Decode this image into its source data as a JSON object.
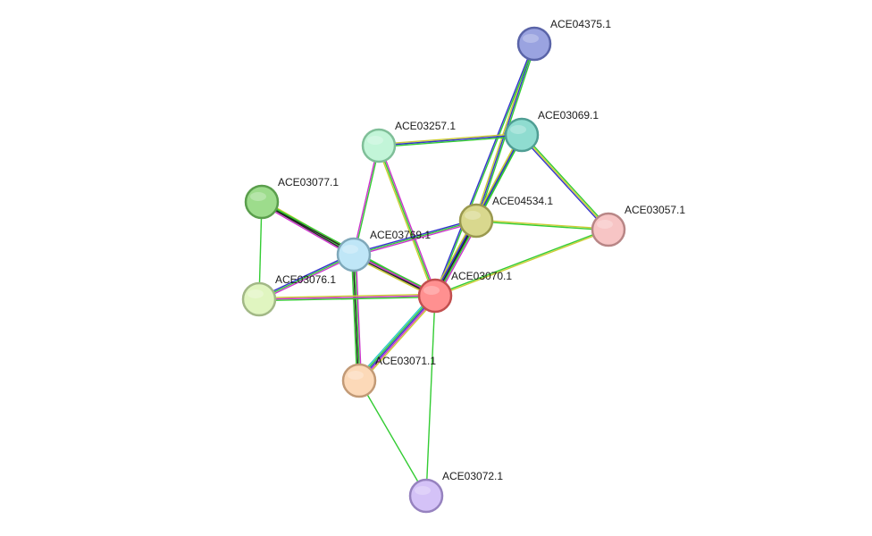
{
  "network": {
    "nodes": [
      {
        "id": "ACE04375.1",
        "label": "ACE04375.1",
        "fill": "#9aa3e0",
        "stroke": "#5a64a8"
      },
      {
        "id": "ACE03069.1",
        "label": "ACE03069.1",
        "fill": "#8fdcd0",
        "stroke": "#4f9e94"
      },
      {
        "id": "ACE03257.1",
        "label": "ACE03257.1",
        "fill": "#c2f5d8",
        "stroke": "#7fbf98"
      },
      {
        "id": "ACE03077.1",
        "label": "ACE03077.1",
        "fill": "#9ddc8c",
        "stroke": "#5a9e4c"
      },
      {
        "id": "ACE04534.1",
        "label": "ACE04534.1",
        "fill": "#d9d88e",
        "stroke": "#9a994f"
      },
      {
        "id": "ACE03057.1",
        "label": "ACE03057.1",
        "fill": "#f7c5c5",
        "stroke": "#b88686"
      },
      {
        "id": "ACE03769.1",
        "label": "ACE03769.1",
        "fill": "#bfe6f7",
        "stroke": "#7fa8ba"
      },
      {
        "id": "ACE03076.1",
        "label": "ACE03076.1",
        "fill": "#e0f5c0",
        "stroke": "#a2b886"
      },
      {
        "id": "ACE03070.1",
        "label": "ACE03070.1",
        "fill": "#ff9090",
        "stroke": "#c24f4f"
      },
      {
        "id": "ACE03071.1",
        "label": "ACE03071.1",
        "fill": "#fcd9b8",
        "stroke": "#c29a76"
      },
      {
        "id": "ACE03072.1",
        "label": "ACE03072.1",
        "fill": "#d4c2f7",
        "stroke": "#9682bf"
      }
    ],
    "edges": [
      {
        "from": "ACE04375.1",
        "to": "ACE04534.1",
        "colors": [
          "#33cc33",
          "#3333cc",
          "#cccc33"
        ]
      },
      {
        "from": "ACE04375.1",
        "to": "ACE03070.1",
        "colors": [
          "#33cc33",
          "#3333cc"
        ]
      },
      {
        "from": "ACE03257.1",
        "to": "ACE03069.1",
        "colors": [
          "#cccc33",
          "#3333cc",
          "#33cc33"
        ]
      },
      {
        "from": "ACE03069.1",
        "to": "ACE04534.1",
        "colors": [
          "#33cc33",
          "#3333cc",
          "#cccc33"
        ]
      },
      {
        "from": "ACE03069.1",
        "to": "ACE03070.1",
        "colors": [
          "#33cc33",
          "#3333cc",
          "#cccc33"
        ]
      },
      {
        "from": "ACE03069.1",
        "to": "ACE03057.1",
        "colors": [
          "#33cc33",
          "#cccc33",
          "#3333cc"
        ]
      },
      {
        "from": "ACE03257.1",
        "to": "ACE03769.1",
        "colors": [
          "#33cc33",
          "#cc33cc"
        ]
      },
      {
        "from": "ACE03257.1",
        "to": "ACE03070.1",
        "colors": [
          "#cc33cc",
          "#33cc33",
          "#cccc33"
        ]
      },
      {
        "from": "ACE03077.1",
        "to": "ACE03769.1",
        "colors": [
          "#cccc33",
          "#33cc33",
          "#222222",
          "#cc33cc"
        ]
      },
      {
        "from": "ACE03077.1",
        "to": "ACE03070.1",
        "colors": [
          "#33cc33",
          "#222222"
        ]
      },
      {
        "from": "ACE03077.1",
        "to": "ACE03076.1",
        "colors": [
          "#33cc33"
        ]
      },
      {
        "from": "ACE04534.1",
        "to": "ACE03769.1",
        "colors": [
          "#cc33cc",
          "#33cc33",
          "#3333cc"
        ]
      },
      {
        "from": "ACE04534.1",
        "to": "ACE03070.1",
        "colors": [
          "#cc33cc",
          "#33cc33",
          "#222222",
          "#3333cc",
          "#cccc33"
        ]
      },
      {
        "from": "ACE04534.1",
        "to": "ACE03057.1",
        "colors": [
          "#cccc33",
          "#33cc33"
        ]
      },
      {
        "from": "ACE03057.1",
        "to": "ACE03070.1",
        "colors": [
          "#cccc33",
          "#33cc33"
        ]
      },
      {
        "from": "ACE03769.1",
        "to": "ACE03070.1",
        "colors": [
          "#33cc33",
          "#cc33cc",
          "#222222",
          "#cccc33"
        ]
      },
      {
        "from": "ACE03769.1",
        "to": "ACE03076.1",
        "colors": [
          "#cc33cc",
          "#33cc33",
          "#3333cc"
        ]
      },
      {
        "from": "ACE03769.1",
        "to": "ACE03071.1",
        "colors": [
          "#cc33cc",
          "#33cc33",
          "#222222",
          "#33cc33"
        ]
      },
      {
        "from": "ACE03076.1",
        "to": "ACE03070.1",
        "colors": [
          "#cccc33",
          "#cc33cc",
          "#33cc33"
        ]
      },
      {
        "from": "ACE03070.1",
        "to": "ACE03071.1",
        "colors": [
          "#cccc33",
          "#cc33cc",
          "#3333cc",
          "#33cc33",
          "#33cccc"
        ]
      },
      {
        "from": "ACE03070.1",
        "to": "ACE03072.1",
        "colors": [
          "#33cc33"
        ]
      },
      {
        "from": "ACE03071.1",
        "to": "ACE03072.1",
        "colors": [
          "#33cc33"
        ]
      }
    ]
  }
}
